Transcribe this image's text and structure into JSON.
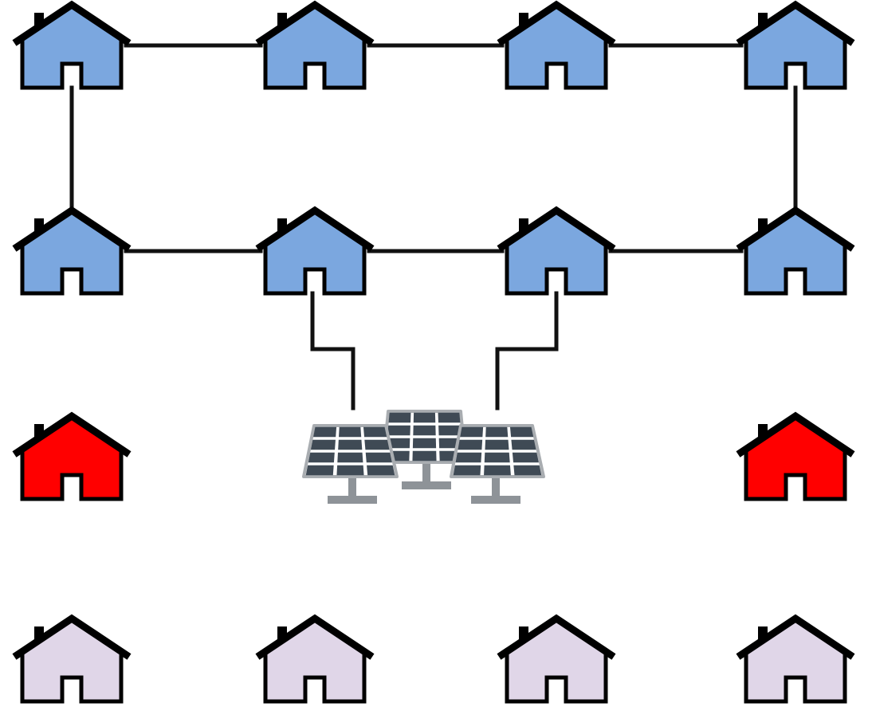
{
  "colors": {
    "connected_house": "#7BA7DF",
    "red_house": "#FF0000",
    "inactive_house": "#E0D6E8",
    "outline": "#000000",
    "wire": "#111111",
    "panel_frame": "#A9ADB1",
    "panel_cell": "#3F4A55",
    "panel_stand": "#8E9398"
  },
  "houses": [
    {
      "id": "house-r1-c1",
      "status": "connected"
    },
    {
      "id": "house-r1-c2",
      "status": "connected"
    },
    {
      "id": "house-r1-c3",
      "status": "connected"
    },
    {
      "id": "house-r1-c4",
      "status": "connected"
    },
    {
      "id": "house-r2-c1",
      "status": "connected"
    },
    {
      "id": "house-r2-c2",
      "status": "connected"
    },
    {
      "id": "house-r2-c3",
      "status": "connected"
    },
    {
      "id": "house-r2-c4",
      "status": "connected"
    },
    {
      "id": "house-r3-c1",
      "status": "red"
    },
    {
      "id": "house-r3-c4",
      "status": "red"
    },
    {
      "id": "house-r4-c1",
      "status": "inactive"
    },
    {
      "id": "house-r4-c2",
      "status": "inactive"
    },
    {
      "id": "house-r4-c3",
      "status": "inactive"
    },
    {
      "id": "house-r4-c4",
      "status": "inactive"
    }
  ],
  "links": [
    [
      "house-r1-c1",
      "house-r1-c2"
    ],
    [
      "house-r1-c2",
      "house-r1-c3"
    ],
    [
      "house-r1-c3",
      "house-r1-c4"
    ],
    [
      "house-r1-c1",
      "house-r2-c1"
    ],
    [
      "house-r1-c4",
      "house-r2-c4"
    ],
    [
      "house-r2-c1",
      "house-r2-c2"
    ],
    [
      "house-r2-c2",
      "house-r2-c3"
    ],
    [
      "house-r2-c3",
      "house-r2-c4"
    ],
    [
      "house-r2-c2",
      "solar-array"
    ],
    [
      "house-r2-c3",
      "solar-array"
    ]
  ],
  "solar": {
    "id": "solar-array",
    "icon": "solar-panel-icon"
  }
}
